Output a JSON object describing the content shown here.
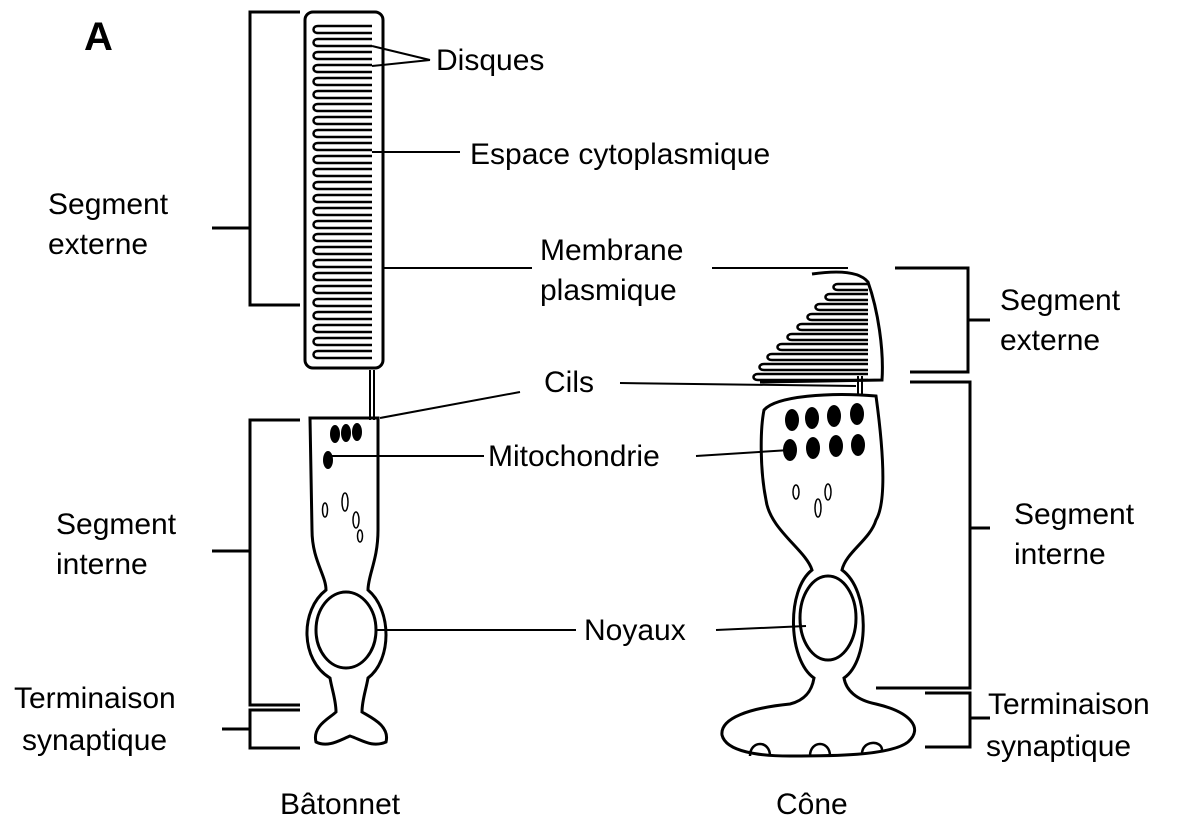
{
  "panel_letter": "A",
  "rod": {
    "name": "Bâtonnet",
    "outer_segment": [
      "Segment",
      "externe"
    ],
    "inner_segment": [
      "Segment",
      "interne"
    ],
    "synaptic_terminal": [
      "Terminaison",
      "synaptique"
    ]
  },
  "cone": {
    "name": "Cône",
    "outer_segment": [
      "Segment",
      "externe"
    ],
    "inner_segment": [
      "Segment",
      "interne"
    ],
    "synaptic_terminal": [
      "Terminaison",
      "synaptique"
    ]
  },
  "structures": {
    "discs": "Disques",
    "cytoplasmic_space": "Espace cytoplasmique",
    "plasma_membrane": [
      "Membrane",
      "plasmique"
    ],
    "cilia": "Cils",
    "mitochondria": "Mitochondrie",
    "nuclei": "Noyaux"
  }
}
